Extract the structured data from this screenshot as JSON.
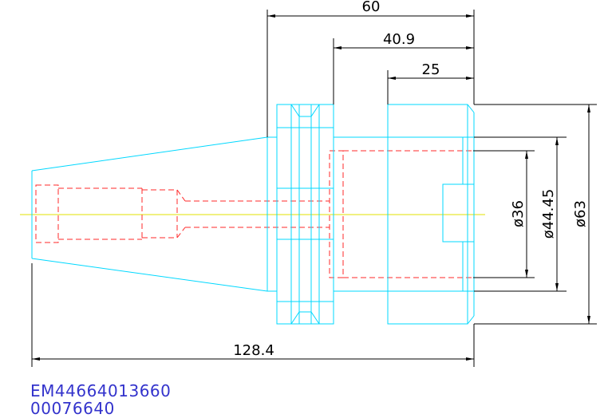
{
  "colors": {
    "outline": "#00d8ff",
    "hidden": "#ff2a2a",
    "centerline": "#e0e000",
    "dimension": "#000000",
    "code_text": "#3333cc"
  },
  "dimensions": {
    "d60": "60",
    "d40_9": "40.9",
    "d25": "25",
    "d128_4": "128.4",
    "dia36": "ø36",
    "dia44_45": "ø44.45",
    "dia63": "ø63"
  },
  "codes": {
    "line1": "EM44664013660",
    "line2": "00076640"
  }
}
